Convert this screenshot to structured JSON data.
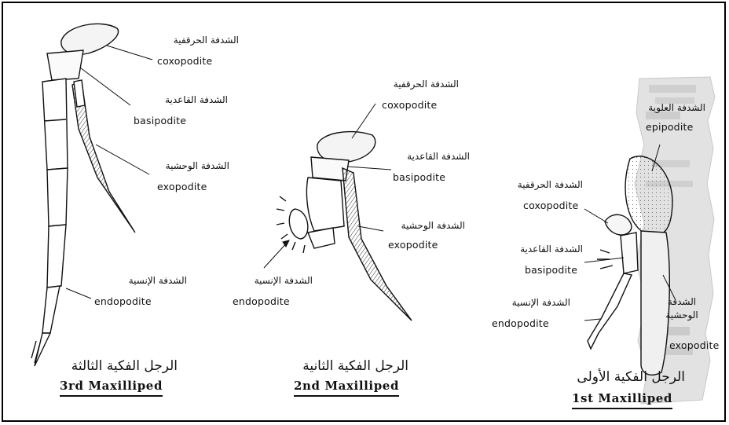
{
  "third": {
    "coxopodite": {
      "ar": "الشدفة الحرقفية",
      "en": "coxopodite"
    },
    "basipodite": {
      "ar": "الشدفة القاعدية",
      "en": "basipodite"
    },
    "exopodite": {
      "ar": "الشدفة الوحشية",
      "en": "exopodite"
    },
    "endopodite": {
      "ar": "الشدفة الإنسية",
      "en": "endopodite"
    },
    "caption": {
      "ar": "الرجل الفكية الثالثة",
      "en": "3rd Maxilliped"
    }
  },
  "second": {
    "coxopodite": {
      "ar": "الشدفة الحرقفية",
      "en": "coxopodite"
    },
    "basipodite": {
      "ar": "الشدفة القاعدية",
      "en": "basipodite"
    },
    "exopodite": {
      "ar": "الشدفة الوحشية",
      "en": "exopodite"
    },
    "endopodite": {
      "ar": "الشدفة الإنسية",
      "en": "endopodite"
    },
    "caption": {
      "ar": "الرجل الفكية الثانية",
      "en": "2nd Maxilliped"
    }
  },
  "first": {
    "epipodite": {
      "ar": "الشدفة العلوية",
      "en": "epipodite"
    },
    "coxopodite": {
      "ar": "الشدفة الحرقفية",
      "en": "coxopodite"
    },
    "basipodite": {
      "ar": "الشدفة القاعدية",
      "en": "basipodite"
    },
    "endopodite": {
      "ar": "الشدفة الإنسية",
      "en": "endopodite"
    },
    "exopodite": {
      "ar": "الشدفة الوحشية",
      "en": "exopodite"
    },
    "caption": {
      "ar": "الرجل الفكية الأولى",
      "en": "1st Maxilliped"
    }
  }
}
